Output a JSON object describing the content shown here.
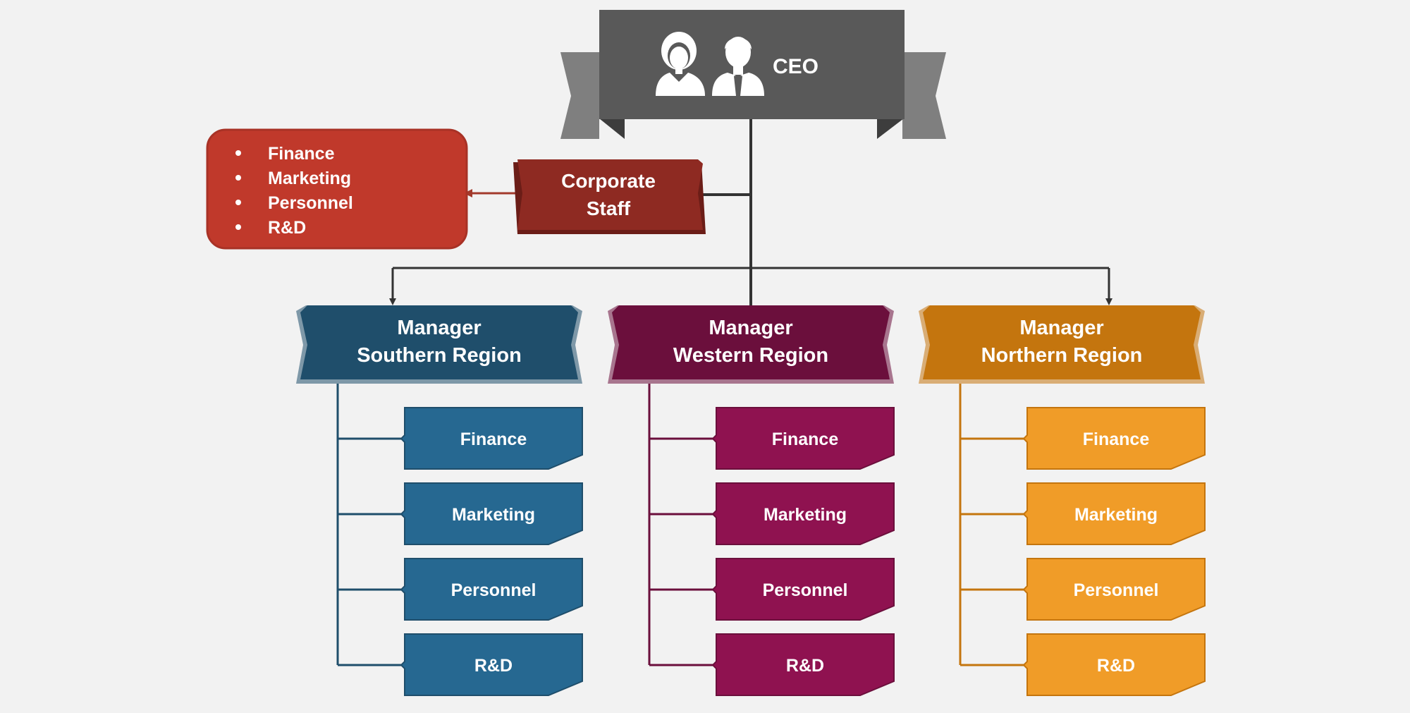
{
  "ceo": {
    "label": "CEO"
  },
  "staff": {
    "title_line1": "Corporate",
    "title_line2": "Staff",
    "items": [
      "Finance",
      "Marketing",
      "Personnel",
      "R&D"
    ]
  },
  "managers": [
    {
      "line1": "Manager",
      "line2": "Southern Region",
      "departments": [
        "Finance",
        "Marketing",
        "Personnel",
        "R&D"
      ]
    },
    {
      "line1": "Manager",
      "line2": "Western Region",
      "departments": [
        "Finance",
        "Marketing",
        "Personnel",
        "R&D"
      ]
    },
    {
      "line1": "Manager",
      "line2": "Northern Region",
      "departments": [
        "Finance",
        "Marketing",
        "Personnel",
        "R&D"
      ]
    }
  ],
  "colors": {
    "ceo": "#595959",
    "ceo_ribbon": "#7f7f7f",
    "staff_box": "#c0392b",
    "staff_banner": "#8e2a22",
    "southern": "#1f4e6b",
    "southern_dept": "#266891",
    "western": "#6b0f3c",
    "western_dept": "#8f1250",
    "northern": "#c4750e",
    "northern_dept": "#f09c28",
    "connector": "#333333"
  }
}
